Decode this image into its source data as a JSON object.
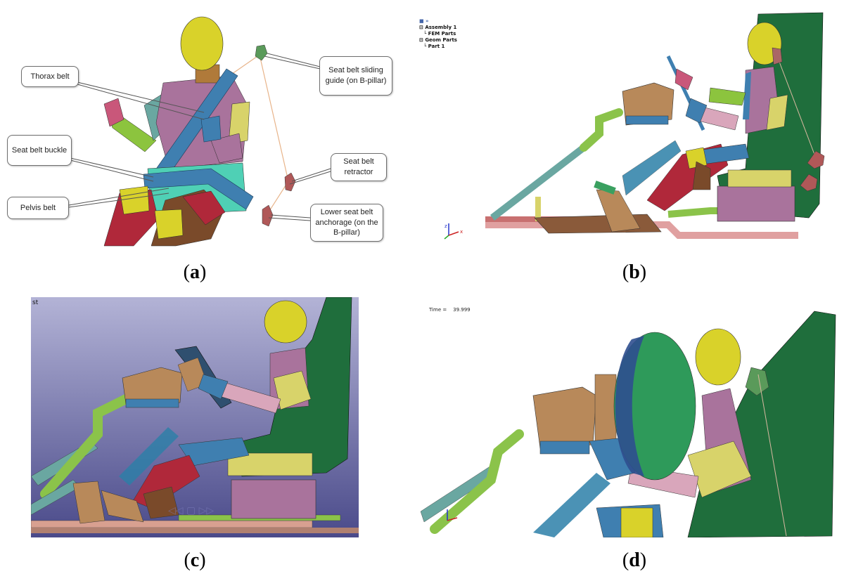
{
  "panels": [
    {
      "id": "a",
      "caption": "a"
    },
    {
      "id": "b",
      "caption": "b"
    },
    {
      "id": "c",
      "caption": "c"
    },
    {
      "id": "d",
      "caption": "d"
    }
  ],
  "panel_a": {
    "callouts": {
      "thorax_belt": "Thorax belt",
      "seat_belt_buckle": "Seat belt buckle",
      "pelvis_belt": "Pelvis belt",
      "sliding_guide": "Seat belt sliding guide (on B-pillar)",
      "retractor": "Seat belt retractor",
      "lower_anchorage": "Lower seat belt anchorage (on the B-pillar)"
    }
  },
  "panel_b": {
    "tree": {
      "assembly": "Assembly 1",
      "fem_parts": "FEM Parts",
      "geom_parts": "Geom Parts",
      "part": "Part 1"
    },
    "axes": {
      "x": "x",
      "z": "z"
    }
  },
  "panel_c": {
    "corner_text": "st"
  },
  "panel_d": {
    "time_label": "Time =",
    "time_value": "39.999"
  },
  "colors": {
    "head": "#d9d22a",
    "torso": "#a9739c",
    "belt": "#3f7fb0",
    "seat": "#1f6e3c",
    "pelvis": "#4fd0b5",
    "leg_red": "#b0283a",
    "leg_brown": "#7a4a2a",
    "dash": "#b8895a",
    "tube": "#8bc34a",
    "airbag": "#2e9a5a"
  }
}
